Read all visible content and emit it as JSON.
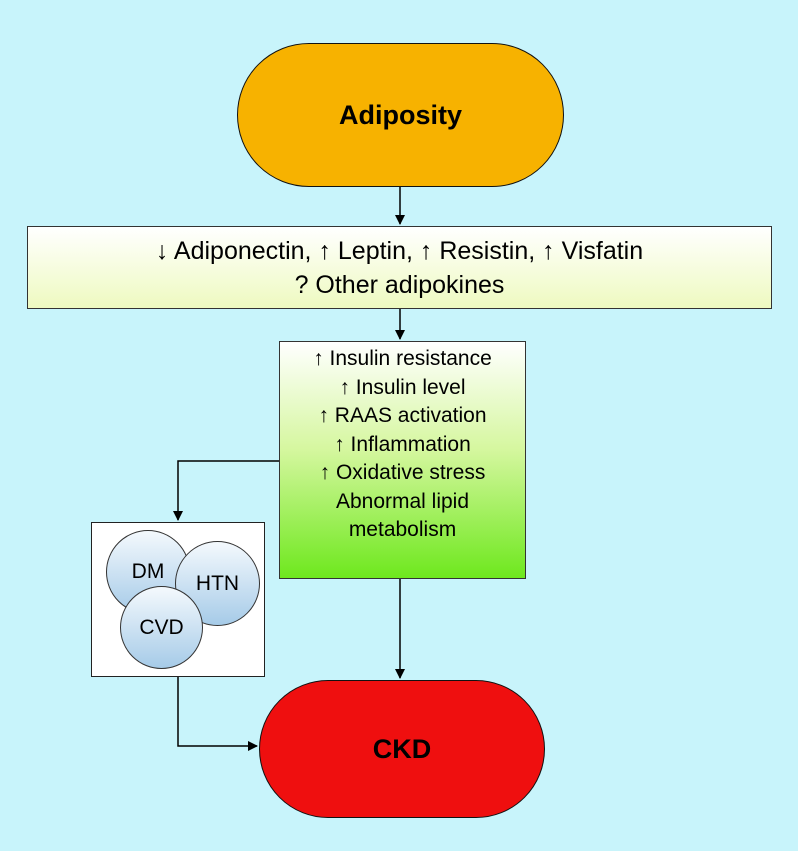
{
  "nodes": {
    "adiposity": "Adiposity",
    "adipokines": {
      "line1": "↓ Adiponectin, ↑ Leptin, ↑ Resistin, ↑ Visfatin",
      "line2": "? Other adipokines"
    },
    "mechanisms": [
      "↑ Insulin resistance",
      "↑ Insulin level",
      "↑ RAAS activation",
      "↑ Inflammation",
      "↑ Oxidative stress",
      "Abnormal lipid",
      "metabolism"
    ],
    "comorbidities": {
      "dm": "DM",
      "htn": "HTN",
      "cvd": "CVD"
    },
    "ckd": "CKD"
  },
  "colors": {
    "background": "#c8f4fb",
    "adiposity": "#f7b200",
    "ckd": "#ef0f0f",
    "adipokines_box": "#eefac0",
    "mechanisms_box": "#6ee81e",
    "circles": "#a6cbe8"
  }
}
